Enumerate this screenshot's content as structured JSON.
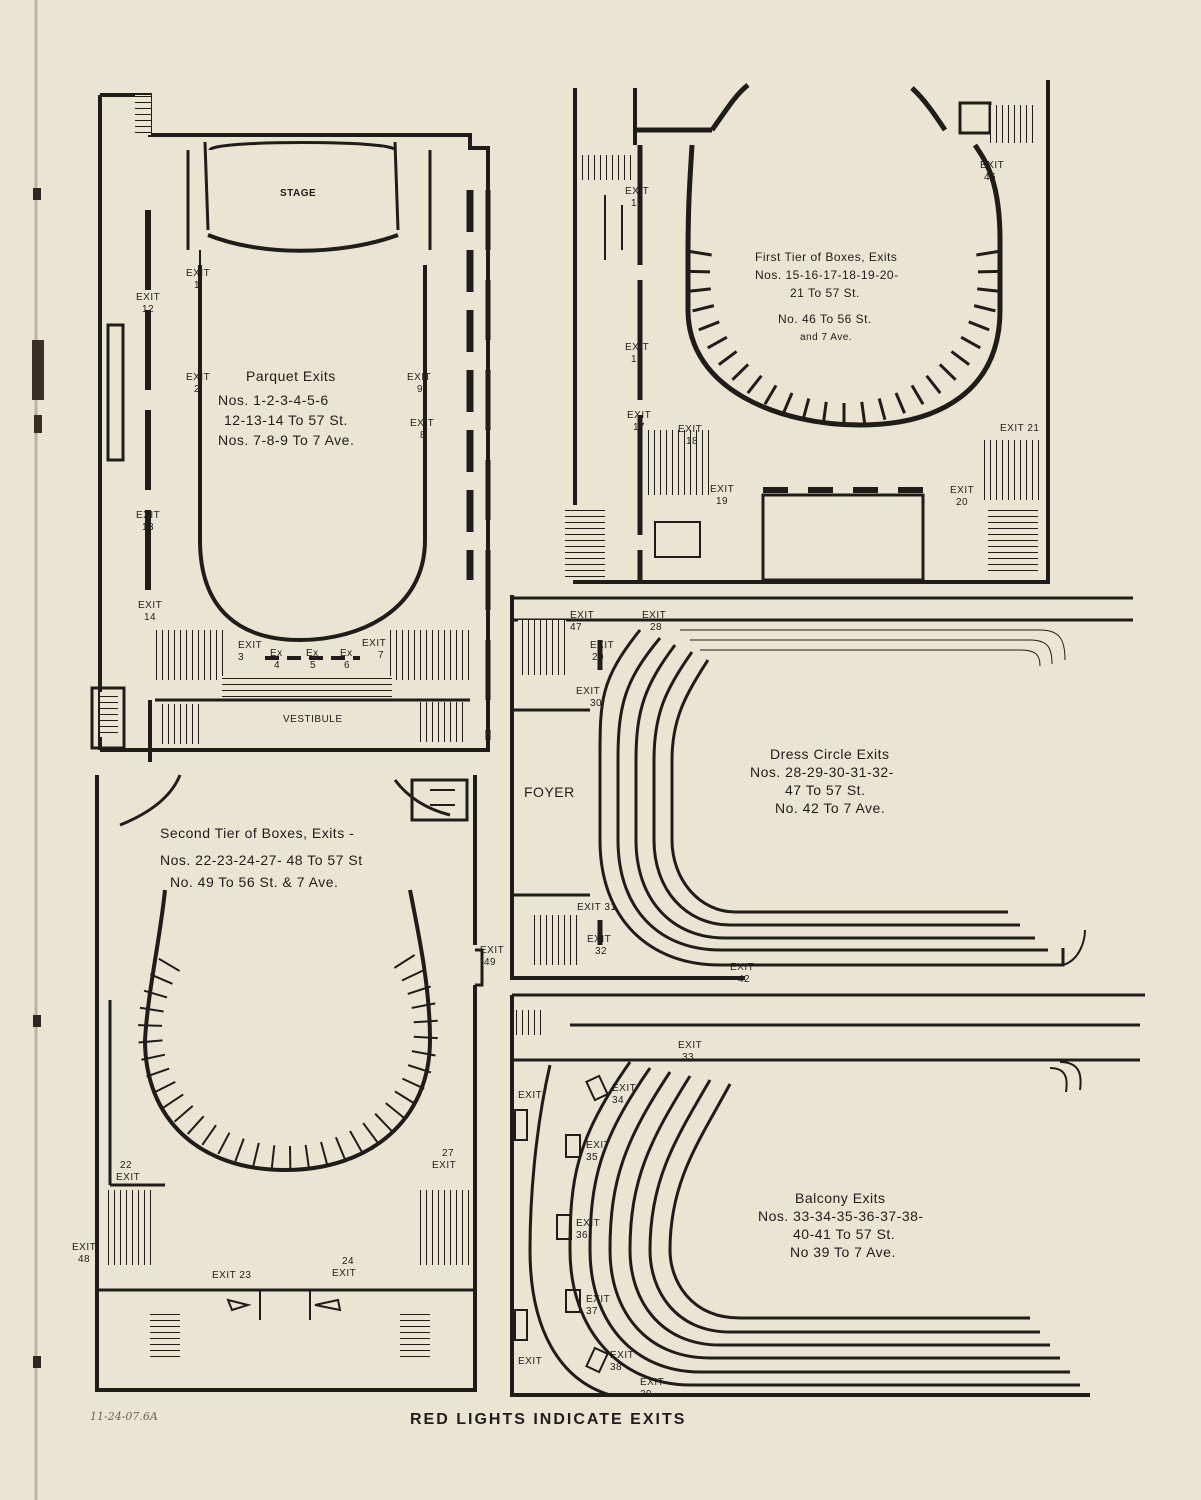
{
  "footer": {
    "caption": "RED LIGHTS INDICATE EXITS",
    "handwritten_date": "11-24-07.6A"
  },
  "plans": {
    "parquet": {
      "stage": "STAGE",
      "vestibule": "VESTIBULE",
      "title": "Parquet Exits",
      "line1": "Nos. 1-2-3-4-5-6",
      "line2": "12-13-14 To 57 St.",
      "line3": "Nos. 7-8-9 To 7 Ave."
    },
    "first_tier": {
      "title": "First Tier of Boxes, Exits",
      "line1": "Nos. 15-16-17-18-19-20-",
      "line2": "21 To 57 St.",
      "line3": "No. 46 To 56 St.",
      "line4": "and 7 Ave."
    },
    "dress_circle": {
      "foyer": "FOYER",
      "title": "Dress Circle Exits",
      "line1": "Nos. 28-29-30-31-32-",
      "line2": "47 To 57 St.",
      "line3": "No. 42 To 7 Ave."
    },
    "second_tier": {
      "title": "Second Tier of Boxes, Exits -",
      "line1": "Nos. 22-23-24-27- 48 To 57 St",
      "line2": "No. 49 To 56 St. & 7 Ave."
    },
    "balcony": {
      "title": "Balcony Exits",
      "line1": "Nos. 33-34-35-36-37-38-",
      "line2": "40-41 To 57 St.",
      "line3": "No 39 To 7 Ave."
    }
  },
  "exit_word": "EXIT",
  "ex_word": "Ex",
  "exits": {
    "e1": "1",
    "e2": "2",
    "e3": "3",
    "e4": "4",
    "e5": "5",
    "e6": "6",
    "e7": "7",
    "e8": "8",
    "e9": "9",
    "e12": "12",
    "e13": "13",
    "e14": "14",
    "e15": "15",
    "e16": "16",
    "e17": "17",
    "e18": "18",
    "e19": "19",
    "e20": "20",
    "e21": "21",
    "e22": "22",
    "e23": "23",
    "e24": "24",
    "e27": "27",
    "e28": "28",
    "e29": "29",
    "e30": "30",
    "e31": "31",
    "e32": "32",
    "e33": "33",
    "e34": "34",
    "e35": "35",
    "e36": "36",
    "e37": "37",
    "e38": "38",
    "e39": "39",
    "e42": "42",
    "e46": "46",
    "e47": "47",
    "e48": "48",
    "e49": "49"
  }
}
